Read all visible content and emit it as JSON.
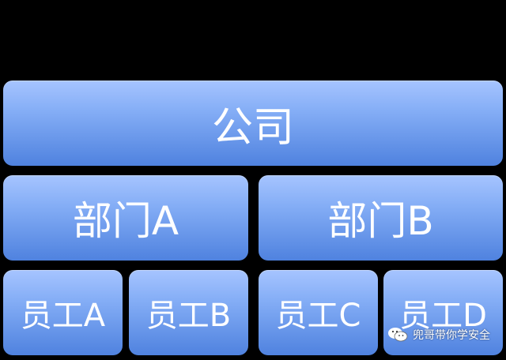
{
  "company": {
    "label": "公司"
  },
  "departments": [
    {
      "label": "部门A"
    },
    {
      "label": "部门B"
    }
  ],
  "employees": [
    {
      "label": "员工A"
    },
    {
      "label": "员工B"
    },
    {
      "label": "员工C"
    },
    {
      "label": "员工D"
    }
  ],
  "watermark": {
    "text": "兜哥带你学安全",
    "icon": "wechat-icon"
  },
  "colors": {
    "background": "#000000",
    "box_top": "#a6c4ff",
    "box_bottom": "#4f82df",
    "text": "#ffffff"
  }
}
